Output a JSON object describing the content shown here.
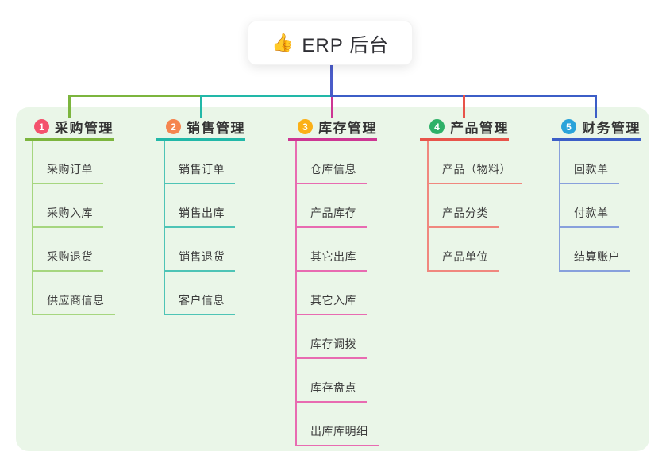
{
  "root": {
    "icon": "👍",
    "title": "ERP 后台"
  },
  "branches": [
    {
      "num": "1",
      "title": "采购管理",
      "badge_color": "#f4526d",
      "line_color": "#7cb53e",
      "item_line_color": "#a6d67f",
      "items": [
        "采购订单",
        "采购入库",
        "采购退货",
        "供应商信息"
      ]
    },
    {
      "num": "2",
      "title": "销售管理",
      "badge_color": "#f5854f",
      "line_color": "#22b8a8",
      "item_line_color": "#4ec4b6",
      "items": [
        "销售订单",
        "销售出库",
        "销售退货",
        "客户信息"
      ]
    },
    {
      "num": "3",
      "title": "库存管理",
      "badge_color": "#fbb017",
      "line_color": "#cd3693",
      "item_line_color": "#e86bb1",
      "items": [
        "仓库信息",
        "产品库存",
        "其它出库",
        "其它入库",
        "库存调拨",
        "库存盘点",
        "出库库明细"
      ]
    },
    {
      "num": "4",
      "title": "产品管理",
      "badge_color": "#2eb168",
      "line_color": "#e8544a",
      "item_line_color": "#f0877e",
      "items": [
        "产品（物料）",
        "产品分类",
        "产品单位"
      ]
    },
    {
      "num": "5",
      "title": "财务管理",
      "badge_color": "#2aa3da",
      "line_color": "#3c5ec7",
      "item_line_color": "#88a0dc",
      "items": [
        "回款单",
        "付款单",
        "结算账户"
      ]
    }
  ],
  "colors": {
    "panel_bg": "#eaf6e8",
    "root_stem": "#4a5cc9"
  },
  "connector_rail_branch_refs": [
    0,
    1,
    4
  ]
}
